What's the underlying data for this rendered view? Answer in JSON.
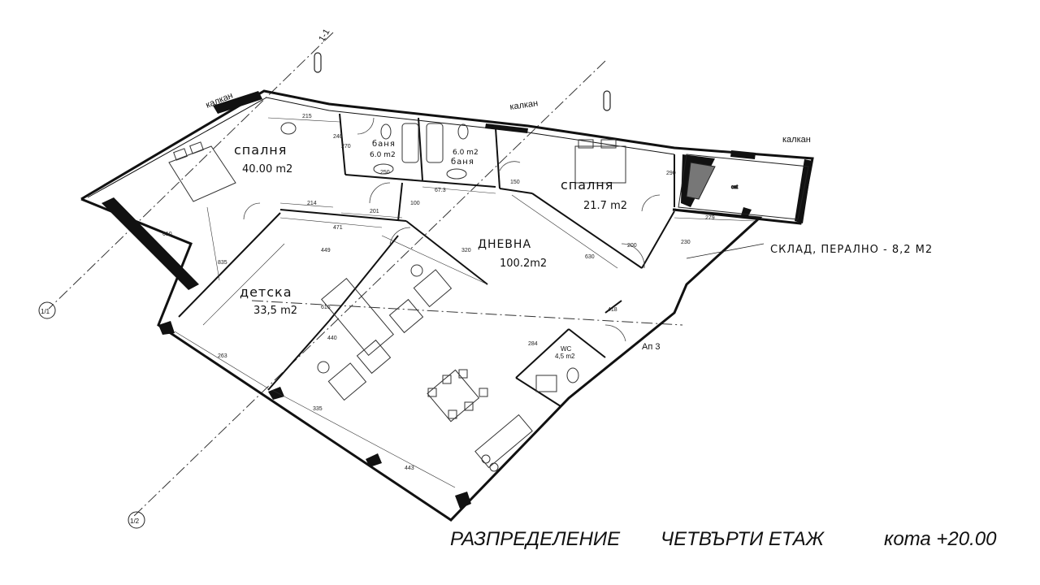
{
  "rooms": {
    "bedroom1": {
      "name": "спалня",
      "area": "40.00  m2"
    },
    "bedroom2": {
      "name": "спалня",
      "area": "21.7  m2"
    },
    "bath1": {
      "name": "баня",
      "area": "6.0  m2"
    },
    "bath2": {
      "name": "баня",
      "area": "6.0  m2"
    },
    "living": {
      "name": "ДНЕВНА",
      "area": "100.2m2"
    },
    "kids": {
      "name": "детска",
      "area": "33,5  m2"
    },
    "wc": {
      "name": "WC",
      "area": "4,5 m2"
    }
  },
  "labels": {
    "gable1": "калкан",
    "gable2": "калкан",
    "gable3": "калкан",
    "storage": "СКЛАД, ПЕРАЛНО  -  8,2  М2",
    "apartment": "Ап 3",
    "section": "1-1"
  },
  "axes": [
    "1/1",
    "1/2"
  ],
  "dimensions": [
    "215",
    "240",
    "270",
    "250",
    "290",
    "214",
    "201",
    "100",
    "67.3",
    "150",
    "230",
    "279",
    "449",
    "471",
    "440",
    "610",
    "835",
    "616",
    "284",
    "335",
    "263",
    "443",
    "630",
    "418",
    "320",
    "200"
  ],
  "caption": {
    "part1": "РАЗПРЕДЕЛЕНИЕ",
    "part2": "ЧЕТВЪРТИ  ЕТАЖ",
    "part3": "кота +20.00"
  }
}
